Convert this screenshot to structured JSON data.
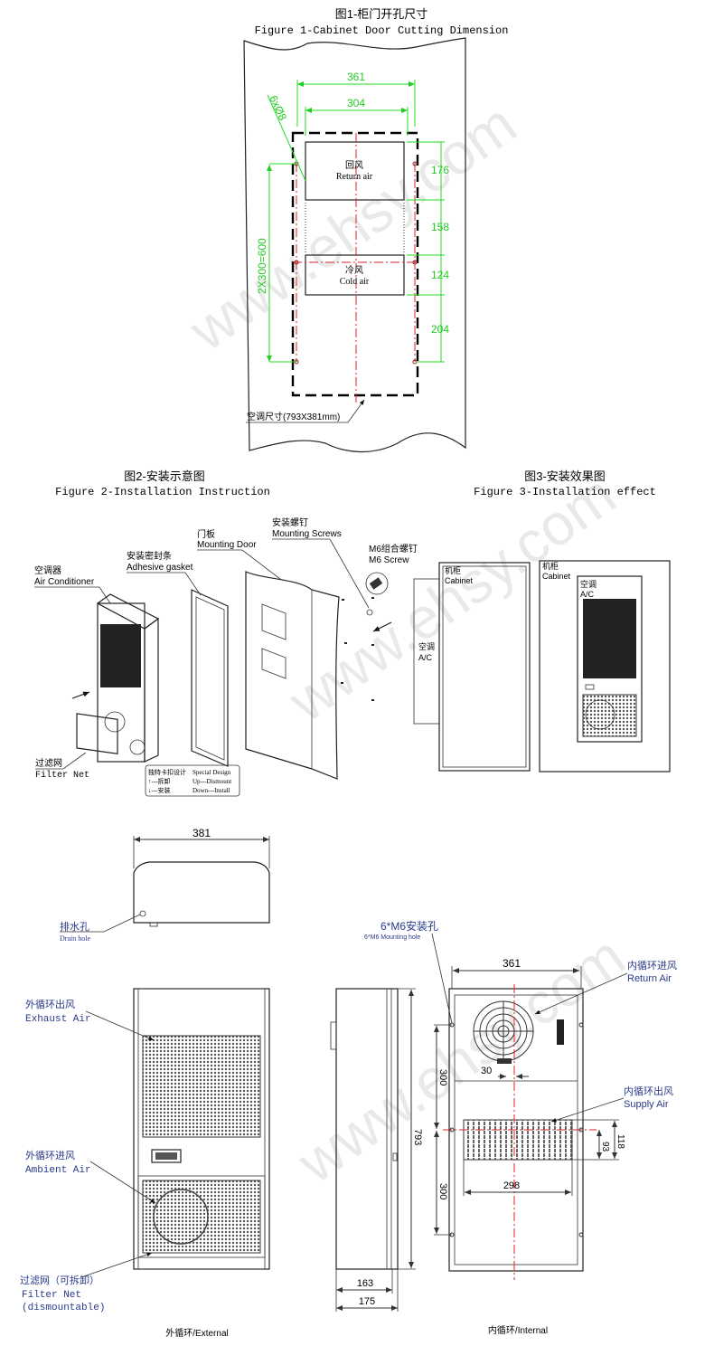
{
  "figure1": {
    "title_cn": "图1-柜门开孔尺寸",
    "title_en": "Figure 1-Cabinet Door Cutting Dimension",
    "dims": {
      "width_outer": "361",
      "width_inner": "304",
      "holes": "6xØ8",
      "vertical_span": "2X300=600",
      "d1": "176",
      "d2": "158",
      "d3": "124",
      "d4": "204"
    },
    "return_air_cn": "回风",
    "return_air_en": "Return air",
    "cold_air_cn": "冷风",
    "cold_air_en": "Cold air",
    "ac_size": "空调尺寸(793X381mm)"
  },
  "figure2": {
    "title_cn": "图2-安装示意图",
    "title_en": "Figure 2-Installation Instruction",
    "labels": {
      "ac_cn": "空调器",
      "ac_en": "Air Conditioner",
      "gasket_cn": "安装密封条",
      "gasket_en": "Adhesive gasket",
      "door_cn": "门板",
      "door_en": "Mounting Door",
      "screws_cn": "安装螺钉",
      "screws_en": "Mounting Screws",
      "m6_cn": "M6组合螺钉",
      "m6_en": "M6 Screw",
      "filter_cn": "过滤网",
      "filter_en": "Filter Net"
    },
    "special": {
      "l1_cn": "独特卡扣设计",
      "l1_en": "Special Design",
      "l2_cn": "↑---拆卸",
      "l2_en": "Up---Dismount",
      "l3_cn": "↓---安装",
      "l3_en": "Down---Install"
    }
  },
  "figure3": {
    "title_cn": "图3-安装效果图",
    "title_en": "Figure 3-Installation effect",
    "cabinet_cn": "机柜",
    "cabinet_en": "Cabinet",
    "ac_cn": "空调",
    "ac_en": "A/C"
  },
  "drawing": {
    "top_width": "381",
    "drain_cn": "排水孔",
    "drain_en": "Drain hole",
    "exhaust_cn": "外循环出风",
    "exhaust_en": "Exhaust Air",
    "ambient_cn": "外循环进风",
    "ambient_en": "Ambient Air",
    "filter_cn": "过滤网（可拆卸）",
    "filter_en": "Filter Net",
    "filter_en2": "(dismountable)",
    "height": "793",
    "depth1": "163",
    "depth2": "175",
    "mount_cn": "6*M6安装孔",
    "mount_en": "6*M6 Mounting hole",
    "w361": "361",
    "d300a": "300",
    "d300b": "300",
    "d30": "30",
    "d298": "298",
    "d93": "93",
    "d118": "118",
    "return_cn": "内循环进风",
    "return_en": "Return Air",
    "supply_cn": "内循环出风",
    "supply_en": "Supply Air",
    "external": "外循环/External",
    "internal": "内循环/Internal"
  },
  "watermark": "www.ehsy.com"
}
